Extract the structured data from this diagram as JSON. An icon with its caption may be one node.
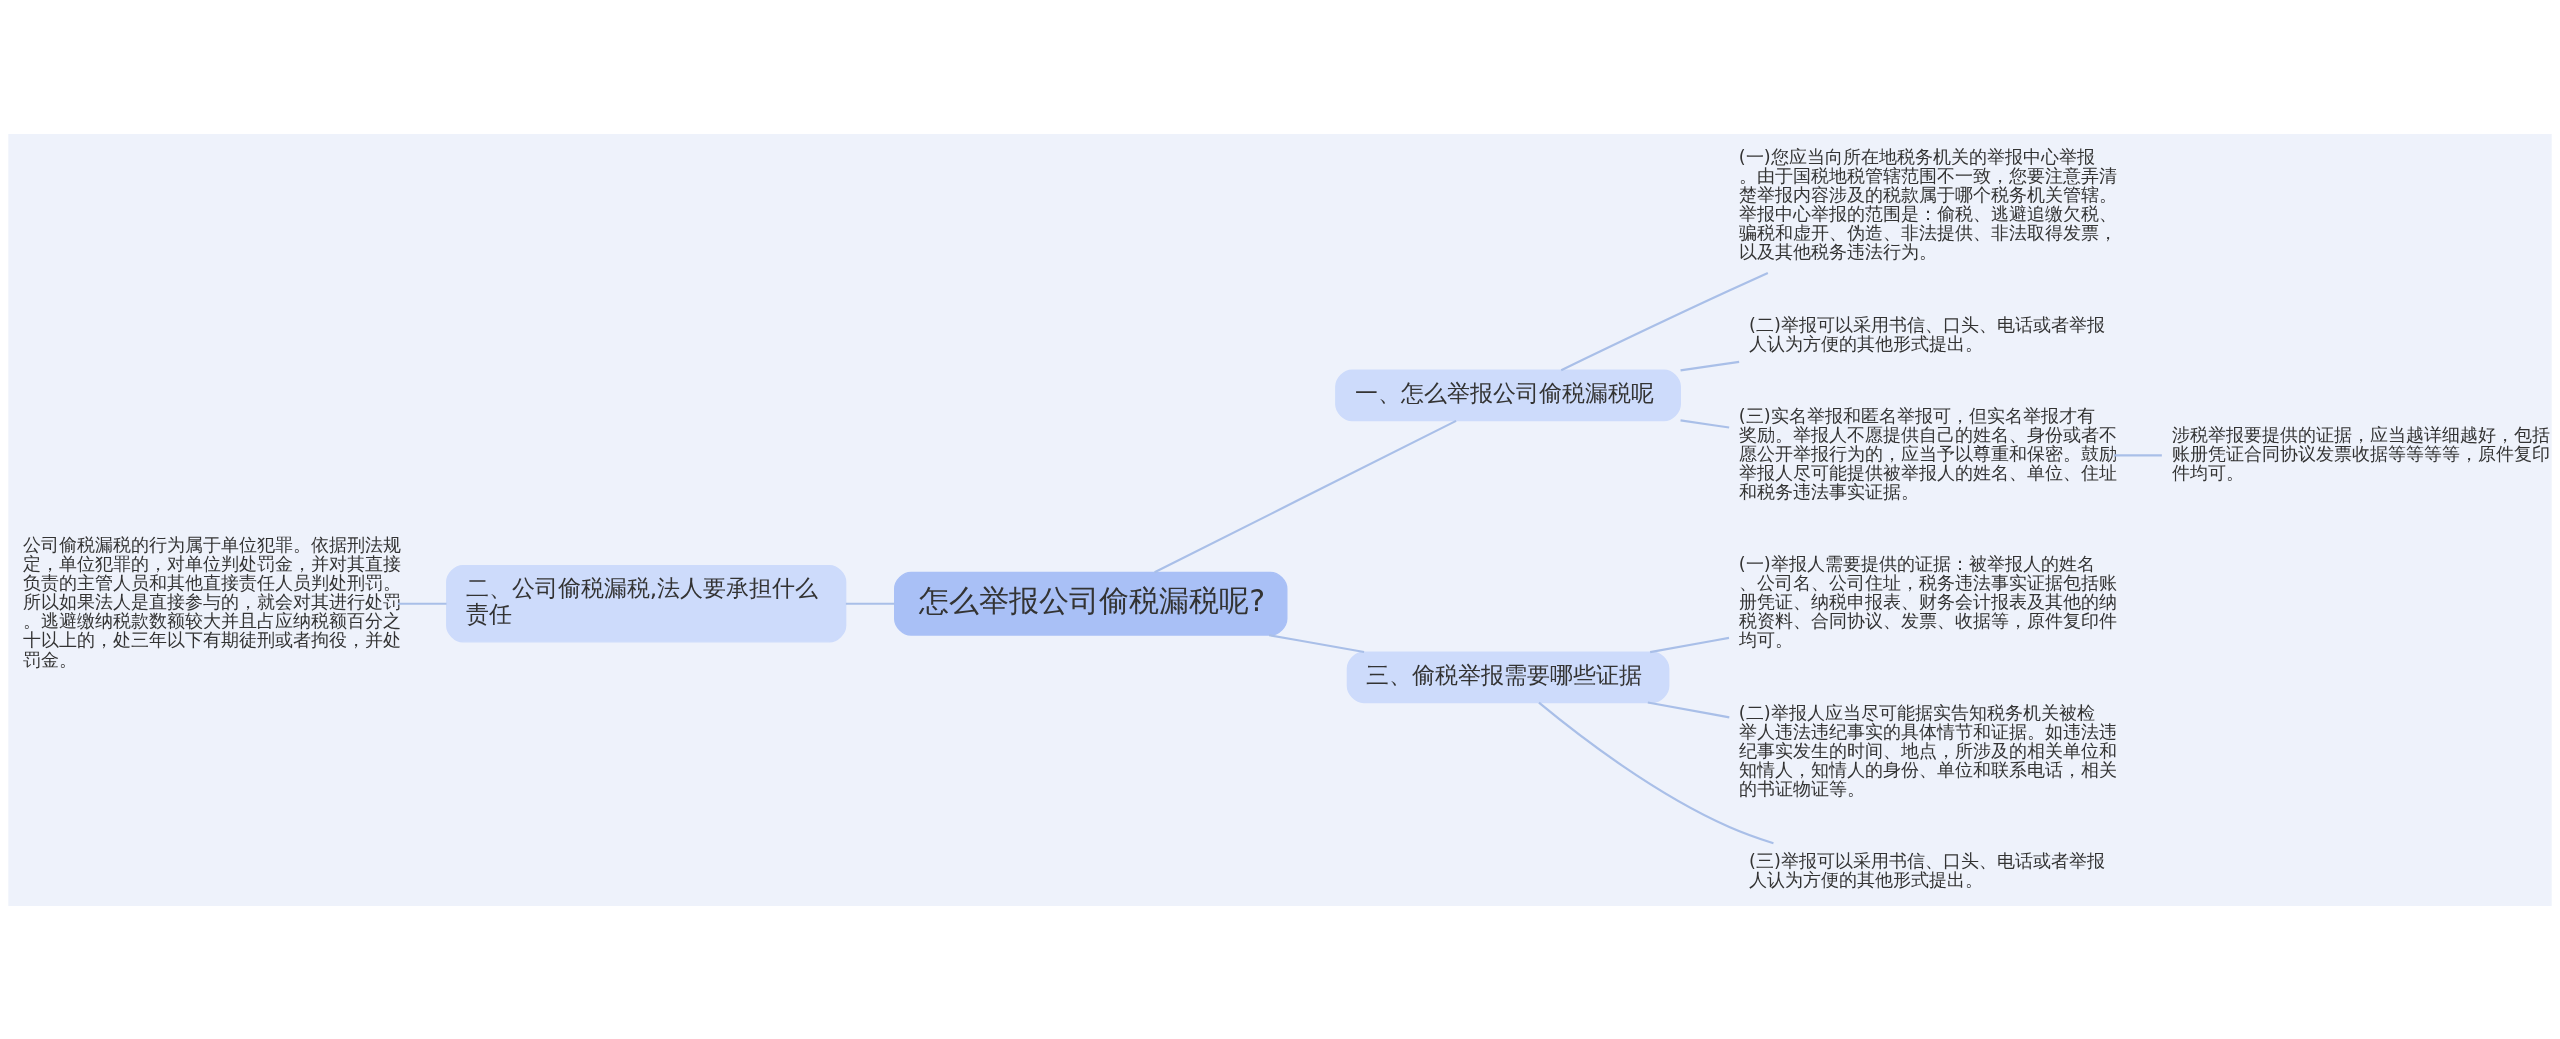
{
  "diagram": {
    "nodes": [
      {
        "text": [
          "怎么举报公司偷税漏税呢?"
        ]
      },
      {
        "text": [
          "一、怎么举报公司偷税漏税呢"
        ]
      },
      {
        "text": [
          "(一)您应当向所在地税务机关的举报中心举报。由于国税地税管辖范围不一致，您要注意弄清楚举报内容涉及的税款属于哪个税务机关管辖。举报中心举报的范围是：偷税、逃避追缴欠税、骗税和虚开、伪造、非法提供、非法取得发票，以及其他税务违法行为。"
        ]
      },
      {
        "text": [
          "(二)举报可以采用书信、口头、电话或者举报人认为方便的其他形式提出。"
        ]
      },
      {
        "text": [
          "(三)实名举报和匿名举报可，但实名举报才有奖励。举报人不愿提供自己的姓名、身份或者不愿公开举报行为的，应当予以尊重和保密。鼓励举报人尽可能提供被举报人的姓名、单位、住址和税务违法事实证据。"
        ]
      },
      {
        "text": [
          "涉税举报要提供的证据，应当越详细越好，包括账册凭证合同协议发票收据等等等等，原件复印件均可。"
        ]
      },
      {
        "text": [
          "二、公司偷税漏税,法人要承担什么责任"
        ]
      },
      {
        "text": [
          "公司偷税漏税的行为属于单位犯罪。依据刑法规定，单位犯罪的，对单位判处罚金，并对其直接负责的主管人员和其他直接责任人员判处刑罚。所以如果法人是直接参与的，就会对其进行处罚。逃避缴纳税款数额较大并且占应纳税额百分之十以上的，处三年以下有期徒刑或者拘役，并处罚金。"
        ]
      },
      {
        "text": [
          "三、偷税举报需要哪些证据"
        ]
      },
      {
        "text": [
          "(一)举报人需要提供的证据：被举报人的姓名、公司名、公司住址，税务违法事实证据包括账册凭证、纳税申报表、财务会计报表及其他的纳税资料、合同协议、发票、收据等，原件复印件均可。"
        ]
      },
      {
        "text": [
          "(二)举报人应当尽可能据实告知税务机关被检举人违法违纪事实的具体情节和证据。如违法违纪事实发生的时间、地点，所涉及的相关单位和知情人，知情人的身份、单位和联系电话，相关的书证物证等。"
        ]
      },
      {
        "text": [
          "(三)举报可以采用书信、口头、电话或者举报人认为方便的其他形式提出。"
        ]
      }
    ],
    "edges": [
      {
        "from": 0,
        "to": 1,
        "arrow": "none"
      },
      {
        "from": 1,
        "to": 2,
        "arrow": "none"
      },
      {
        "from": 1,
        "to": 3,
        "arrow": "none"
      },
      {
        "from": 1,
        "to": 4,
        "arrow": "none"
      },
      {
        "from": 4,
        "to": 5,
        "arrow": "none"
      },
      {
        "from": 0,
        "to": 6,
        "arrow": "none"
      },
      {
        "from": 6,
        "to": 7,
        "arrow": "none"
      },
      {
        "from": 0,
        "to": 8,
        "arrow": "none"
      },
      {
        "from": 8,
        "to": 9,
        "arrow": "none"
      },
      {
        "from": 8,
        "to": 10,
        "arrow": "none"
      },
      {
        "from": 8,
        "to": 11,
        "arrow": "none"
      }
    ]
  }
}
